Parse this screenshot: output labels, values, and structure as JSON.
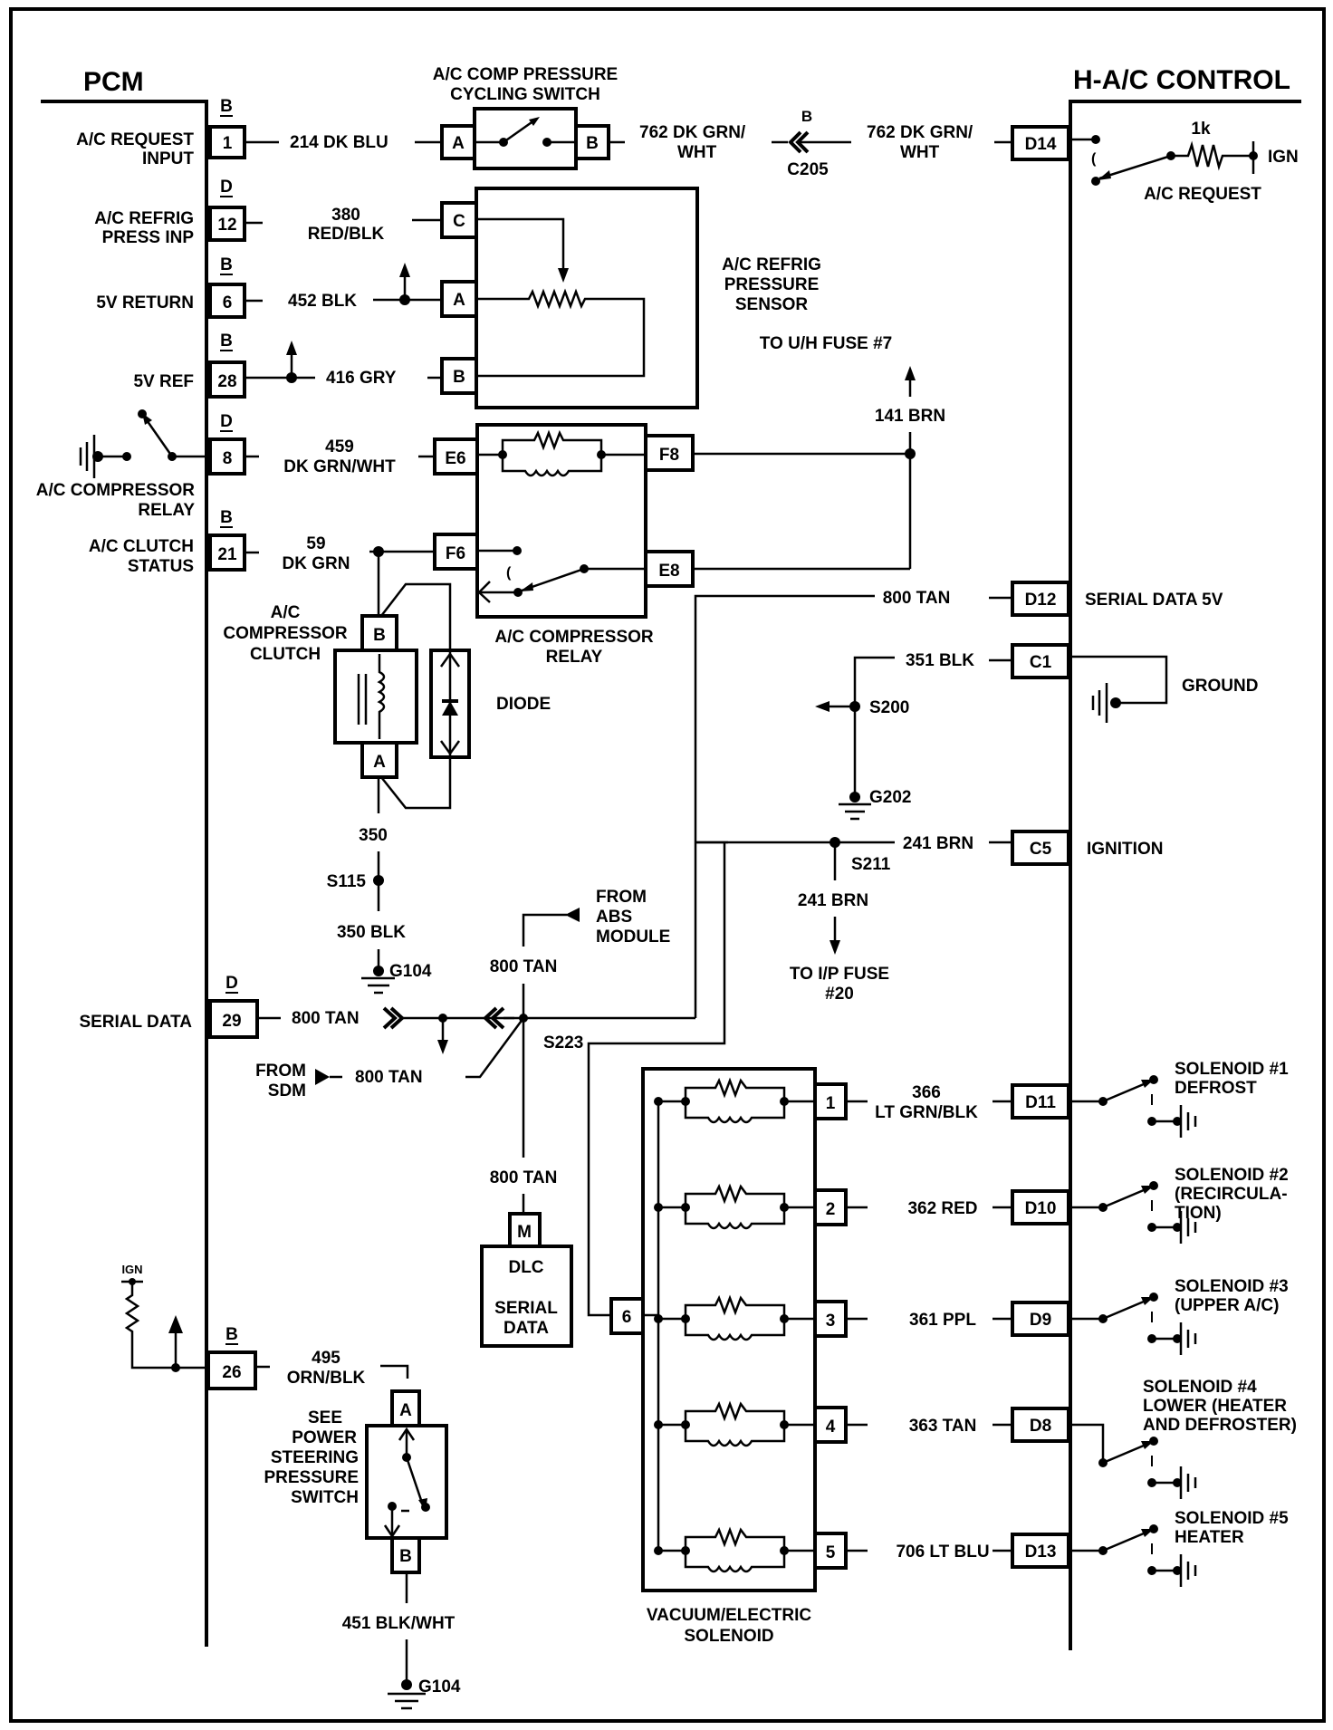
{
  "modules": {
    "pcm": "PCM",
    "hac": "H-A/C CONTROL"
  },
  "pcm_pins": [
    {
      "conn": "B",
      "pin": "1",
      "label1": "A/C REQUEST",
      "label2": "INPUT",
      "wire1": "214 DK BLU",
      "wire2": ""
    },
    {
      "conn": "D",
      "pin": "12",
      "label1": "A/C REFRIG",
      "label2": "PRESS INP",
      "wire1": "380",
      "wire2": "RED/BLK"
    },
    {
      "conn": "B",
      "pin": "6",
      "label1": "5V RETURN",
      "label2": "",
      "wire1": "452 BLK",
      "wire2": ""
    },
    {
      "conn": "B",
      "pin": "28",
      "label1": "5V REF",
      "label2": "",
      "wire1": "416 GRY",
      "wire2": ""
    },
    {
      "conn": "D",
      "pin": "8",
      "label1": "A/C COMPRESSOR",
      "label2": "RELAY",
      "wire1": "459",
      "wire2": "DK GRN/WHT"
    },
    {
      "conn": "B",
      "pin": "21",
      "label1": "A/C CLUTCH",
      "label2": "STATUS",
      "wire1": "59",
      "wire2": "DK GRN"
    },
    {
      "conn": "D",
      "pin": "29",
      "label1": "SERIAL DATA",
      "label2": "",
      "wire1": "800 TAN",
      "wire2": ""
    },
    {
      "conn": "B",
      "pin": "26",
      "label1": "",
      "label2": "",
      "wire1": "495",
      "wire2": "ORN/BLK"
    }
  ],
  "components": {
    "cycling_switch": {
      "line1": "A/C COMP PRESSURE",
      "line2": "CYCLING SWITCH",
      "pin_a": "A",
      "pin_b": "B"
    },
    "pressure_sensor": {
      "line1": "A/C REFRIG",
      "line2": "PRESSURE",
      "line3": "SENSOR",
      "pin_c": "C",
      "pin_a": "A",
      "pin_b": "B"
    },
    "relay": {
      "line1": "A/C COMPRESSOR",
      "line2": "RELAY",
      "pins": [
        "E6",
        "F8",
        "F6",
        "E8"
      ]
    },
    "clutch": {
      "line1": "A/C",
      "line2": "COMPRESSOR",
      "line3": "CLUTCH",
      "pin_b": "B",
      "pin_a": "A"
    },
    "diode": "DIODE",
    "dlc": {
      "pin": "M",
      "line1": "DLC",
      "line2": "SERIAL",
      "line3": "DATA"
    },
    "ps_switch": {
      "line1": "SEE",
      "line2": "POWER",
      "line3": "STEERING",
      "line4": "PRESSURE",
      "line5": "SWITCH",
      "pin_a": "A",
      "pin_b": "B"
    },
    "vac_solenoid": {
      "line1": "VACUUM/ELECTRIC",
      "line2": "SOLENOID",
      "common_pin": "6",
      "pins": [
        "1",
        "2",
        "3",
        "4",
        "5"
      ]
    }
  },
  "wires": {
    "w762a_1": "762 DK GRN/",
    "w762a_2": "WHT",
    "c205_conn": "B",
    "c205": "C205",
    "w762b_1": "762 DK GRN/",
    "w762b_2": "WHT",
    "uh_fuse": "TO U/H FUSE #7",
    "w141": "141 BRN",
    "w800_d12": "800 TAN",
    "w351": "351 BLK",
    "s200": "S200",
    "g202": "G202",
    "w241a": "241 BRN",
    "s211": "S211",
    "w241b": "241 BRN",
    "ip_fuse1": "TO I/P FUSE",
    "ip_fuse2": "#20",
    "w350": "350",
    "s115": "S115",
    "w350blk": "350 BLK",
    "g104a": "G104",
    "abs1": "FROM",
    "abs2": "ABS",
    "abs3": "MODULE",
    "w800_abs": "800 TAN",
    "s223": "S223",
    "sdm1": "FROM",
    "sdm2": "SDM",
    "w800_sdm": "800 TAN",
    "w800_dlc": "800 TAN",
    "ign_pcm": "IGN",
    "w451": "451 BLK/WHT",
    "g104b": "G104"
  },
  "hac_pins": [
    {
      "pin": "D14",
      "label": ""
    },
    {
      "pin": "D12",
      "label": "SERIAL DATA 5V"
    },
    {
      "pin": "C1",
      "label": "GROUND"
    },
    {
      "pin": "C5",
      "label": "IGNITION"
    }
  ],
  "hac_request": {
    "resistor": "1k",
    "ign": "IGN",
    "label": "A/C REQUEST"
  },
  "solenoid_circuits": [
    {
      "wire1": "366",
      "wire2": "LT GRN/BLK",
      "hac_pin": "D11",
      "label1": "SOLENOID #1",
      "label2": "DEFROST",
      "label3": ""
    },
    {
      "wire1": "362 RED",
      "wire2": "",
      "hac_pin": "D10",
      "label1": "SOLENOID #2",
      "label2": "(RECIRCULA-",
      "label3": "TION)"
    },
    {
      "wire1": "361 PPL",
      "wire2": "",
      "hac_pin": "D9",
      "label1": "SOLENOID #3",
      "label2": "(UPPER A/C)",
      "label3": ""
    },
    {
      "wire1": "363 TAN",
      "wire2": "",
      "hac_pin": "D8",
      "label1": "SOLENOID #4",
      "label2": "LOWER (HEATER",
      "label3": "AND DEFROSTER)"
    },
    {
      "wire1": "706 LT BLU",
      "wire2": "",
      "hac_pin": "D13",
      "label1": "SOLENOID #5",
      "label2": "HEATER",
      "label3": ""
    }
  ]
}
